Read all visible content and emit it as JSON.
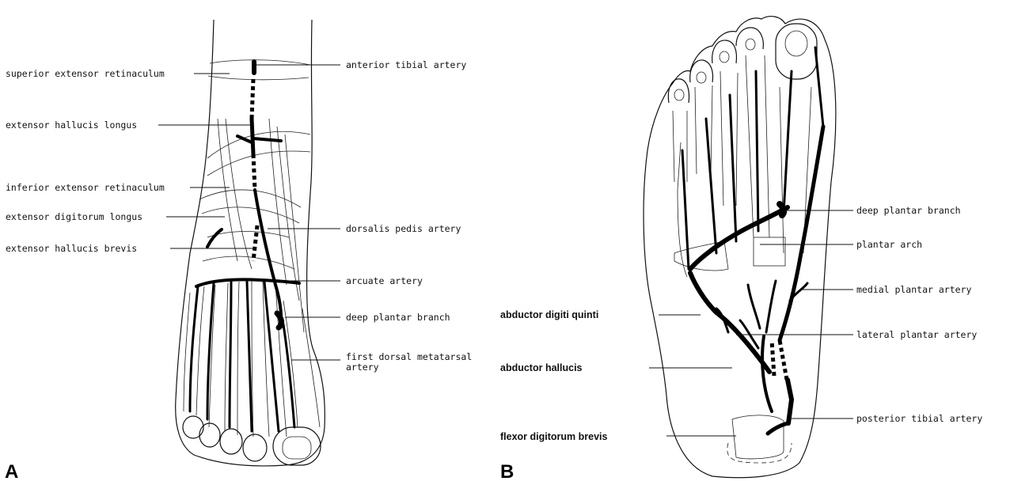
{
  "panels": [
    {
      "letter": "A",
      "labels_left": [
        "superior extensor retinaculum",
        "extensor hallucis longus",
        "inferior extensor retinaculum",
        "extensor digitorum longus",
        "extensor hallucis brevis"
      ],
      "labels_right": [
        "anterior tibial artery",
        "dorsalis pedis artery",
        "arcuate artery",
        "deep plantar branch",
        "first dorsal metatarsal",
        "artery"
      ]
    },
    {
      "letter": "B",
      "labels_left": [
        "abductor digiti quinti",
        "abductor hallucis",
        "flexor digitorum brevis"
      ],
      "labels_right": [
        "deep plantar branch",
        "plantar arch",
        "medial plantar artery",
        "lateral plantar artery",
        "posterior tibial artery"
      ]
    }
  ]
}
